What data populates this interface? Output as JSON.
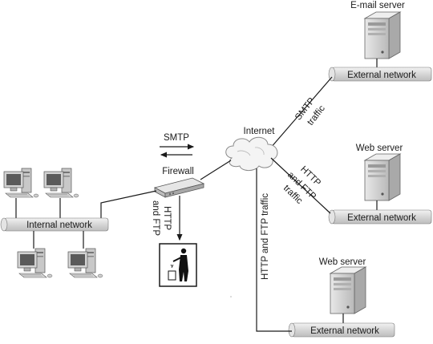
{
  "labels": {
    "email_server": "E-mail server",
    "external_network": "External network",
    "smtp_traffic_line1": "SMTP",
    "smtp_traffic_line2": "traffic",
    "internet": "Internet",
    "smtp": "SMTP",
    "firewall": "Firewall",
    "web_server": "Web server",
    "http_ftp_line1": "HTTP",
    "http_ftp_line2": "and FTP",
    "http_ftp_line3": "traffic",
    "internal_network": "Internal network",
    "drop_line1": "HTTP",
    "drop_line2": "and FTP",
    "http_ftp_traffic": "HTTP and FTP traffic"
  },
  "icons": {
    "server": "server-tower-icon",
    "workstation": "desktop-computer-icon",
    "cloud": "internet-cloud-icon",
    "firewall": "firewall-appliance-icon",
    "trash": "person-dropping-trash-icon"
  },
  "colors": {
    "line": "#1a1a1a",
    "pipe_fill": "#dcdcdc",
    "server_body": "#cfcfcf"
  }
}
